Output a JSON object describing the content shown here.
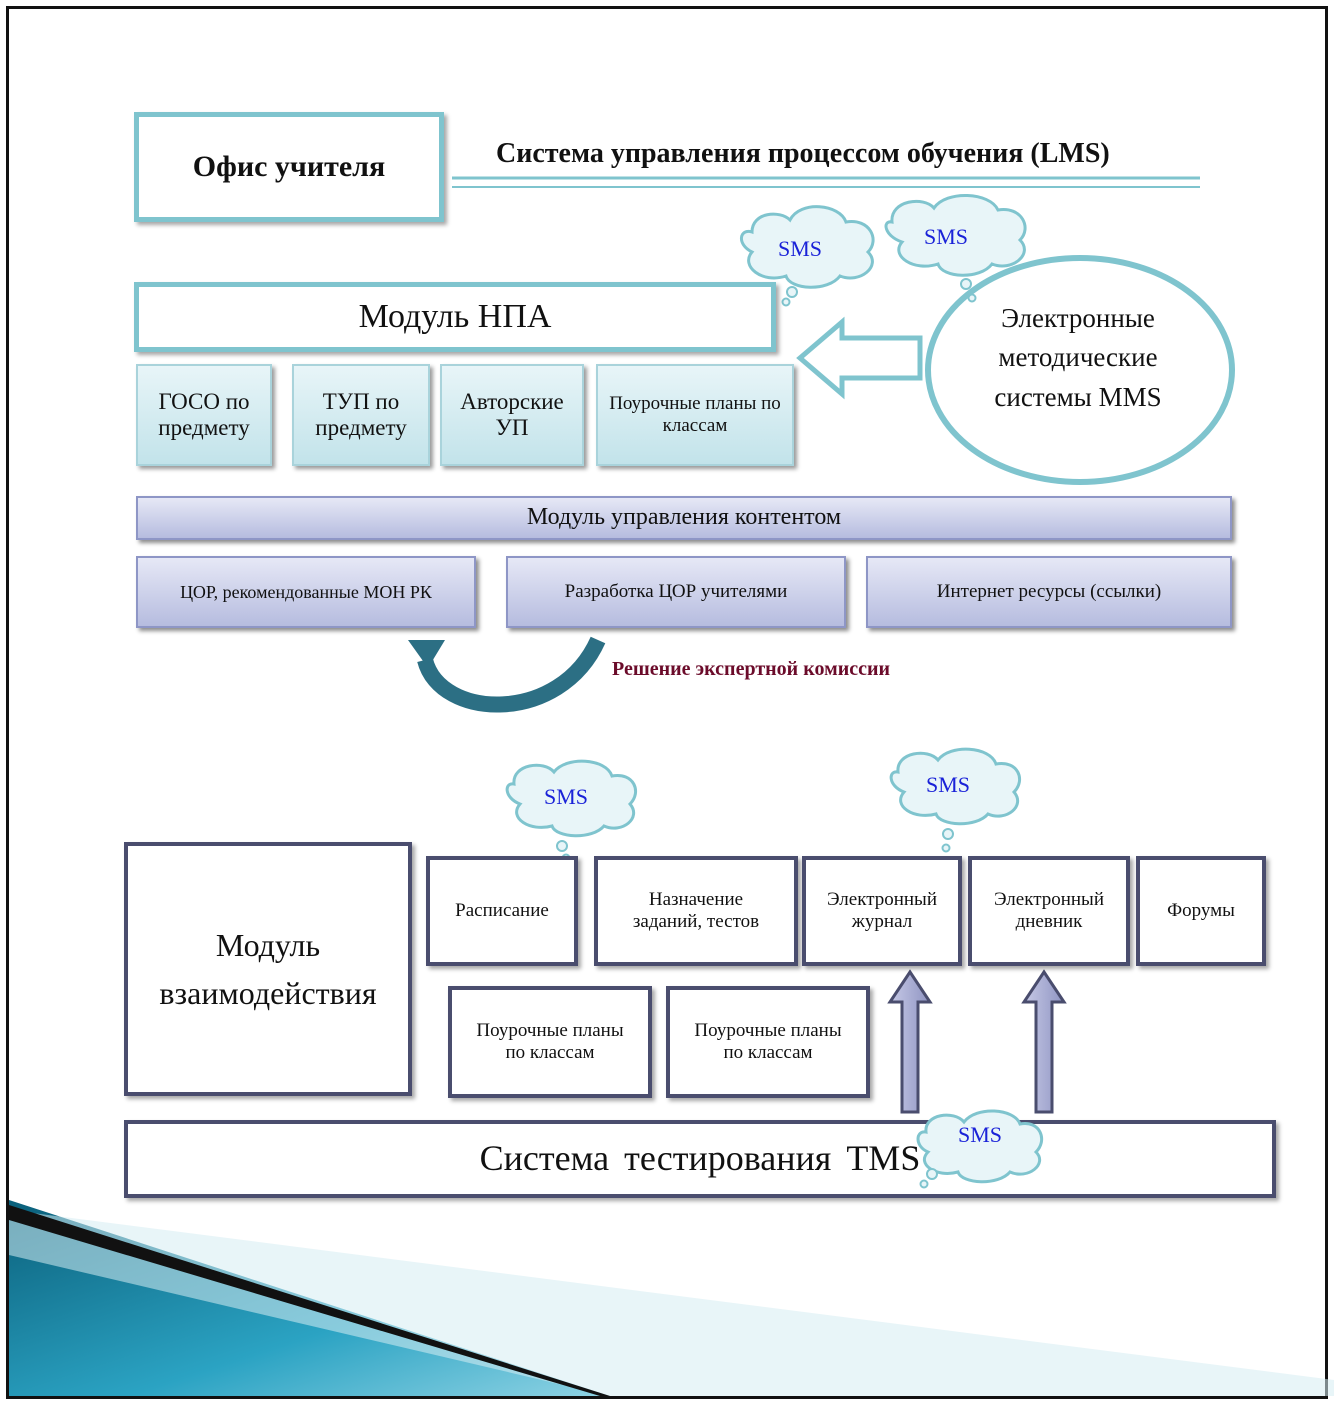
{
  "header": {
    "office_title": "Офис учителя",
    "lms_title": "Система управления процессом обучения (LMS)"
  },
  "npa_module": {
    "title": "Модуль НПА",
    "items": [
      "ГОСО по предмету",
      "ТУП по предмету",
      "Авторские УП",
      "Поурочные планы по классам"
    ]
  },
  "mms": {
    "label": "Электронные методические системы MMS"
  },
  "content_module": {
    "title": "Модуль управления контентом",
    "items": [
      "ЦОР, рекомендованные МОН РК",
      "Разработка ЦОР учителями",
      "Интернет ресурсы (ссылки)"
    ],
    "expert_decision": "Решение экспертной комиссии"
  },
  "interaction_module": {
    "title": "Модуль взаимодействия",
    "items_top": [
      "Расписание",
      "Назначение заданий, тестов",
      "Электронный журнал",
      "Электронный дневник",
      "Форумы"
    ],
    "items_bottom": [
      "Поурочные планы по классам",
      "Поурочные планы по классам"
    ]
  },
  "tms": {
    "label": "Система тестирования TMS"
  },
  "sms_label": "SMS",
  "colors": {
    "teal": "#7fc4ce",
    "purple": "#8e96c6",
    "dark_border": "#4a4d6e",
    "sms_text": "#1a22d8",
    "expert_text": "#6b0b2a"
  }
}
